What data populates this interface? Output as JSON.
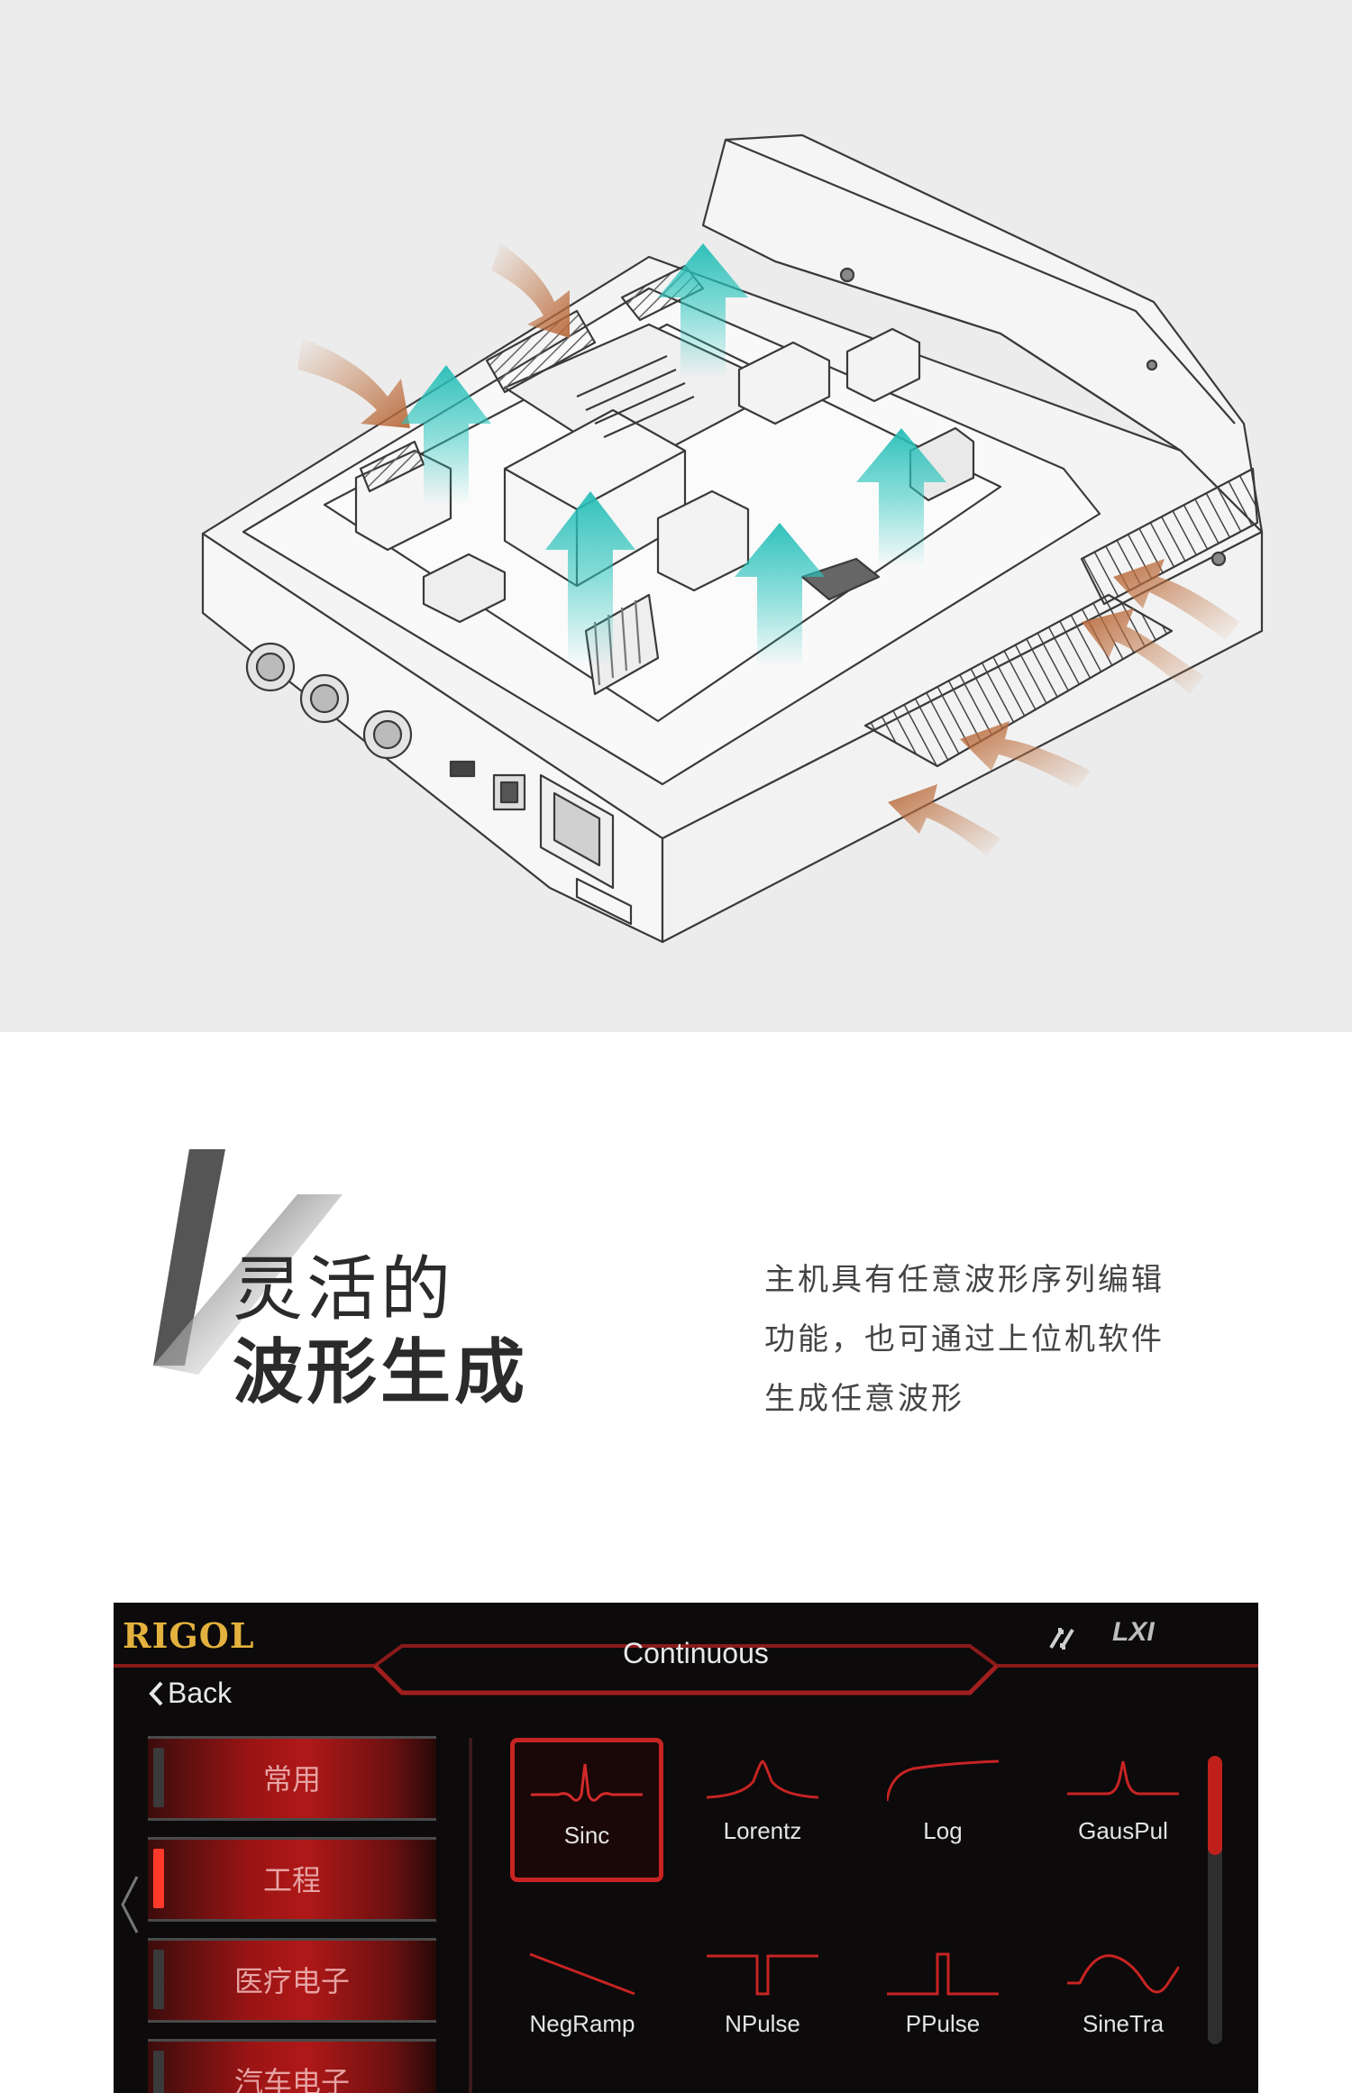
{
  "feature": {
    "title_line1": "灵活的",
    "title_line2": "波形生成",
    "description_lines": [
      "主机具有任意波形序列编辑",
      "功能，也可通过上位机软件",
      "生成任意波形"
    ]
  },
  "screen": {
    "brand": "RIGOL",
    "mode": "Continuous",
    "lxi": "LXI",
    "back_label": "Back",
    "categories": [
      "常用",
      "工程",
      "医疗电子",
      "汽车电子"
    ],
    "active_category": 1,
    "waveforms": [
      "Sinc",
      "Lorentz",
      "Log",
      "GausPul",
      "NegRamp",
      "NPulse",
      "PPulse",
      "SineTra"
    ],
    "selected_waveform": 0,
    "accent_color": "#c72323",
    "brand_color": "#e3b13d"
  }
}
